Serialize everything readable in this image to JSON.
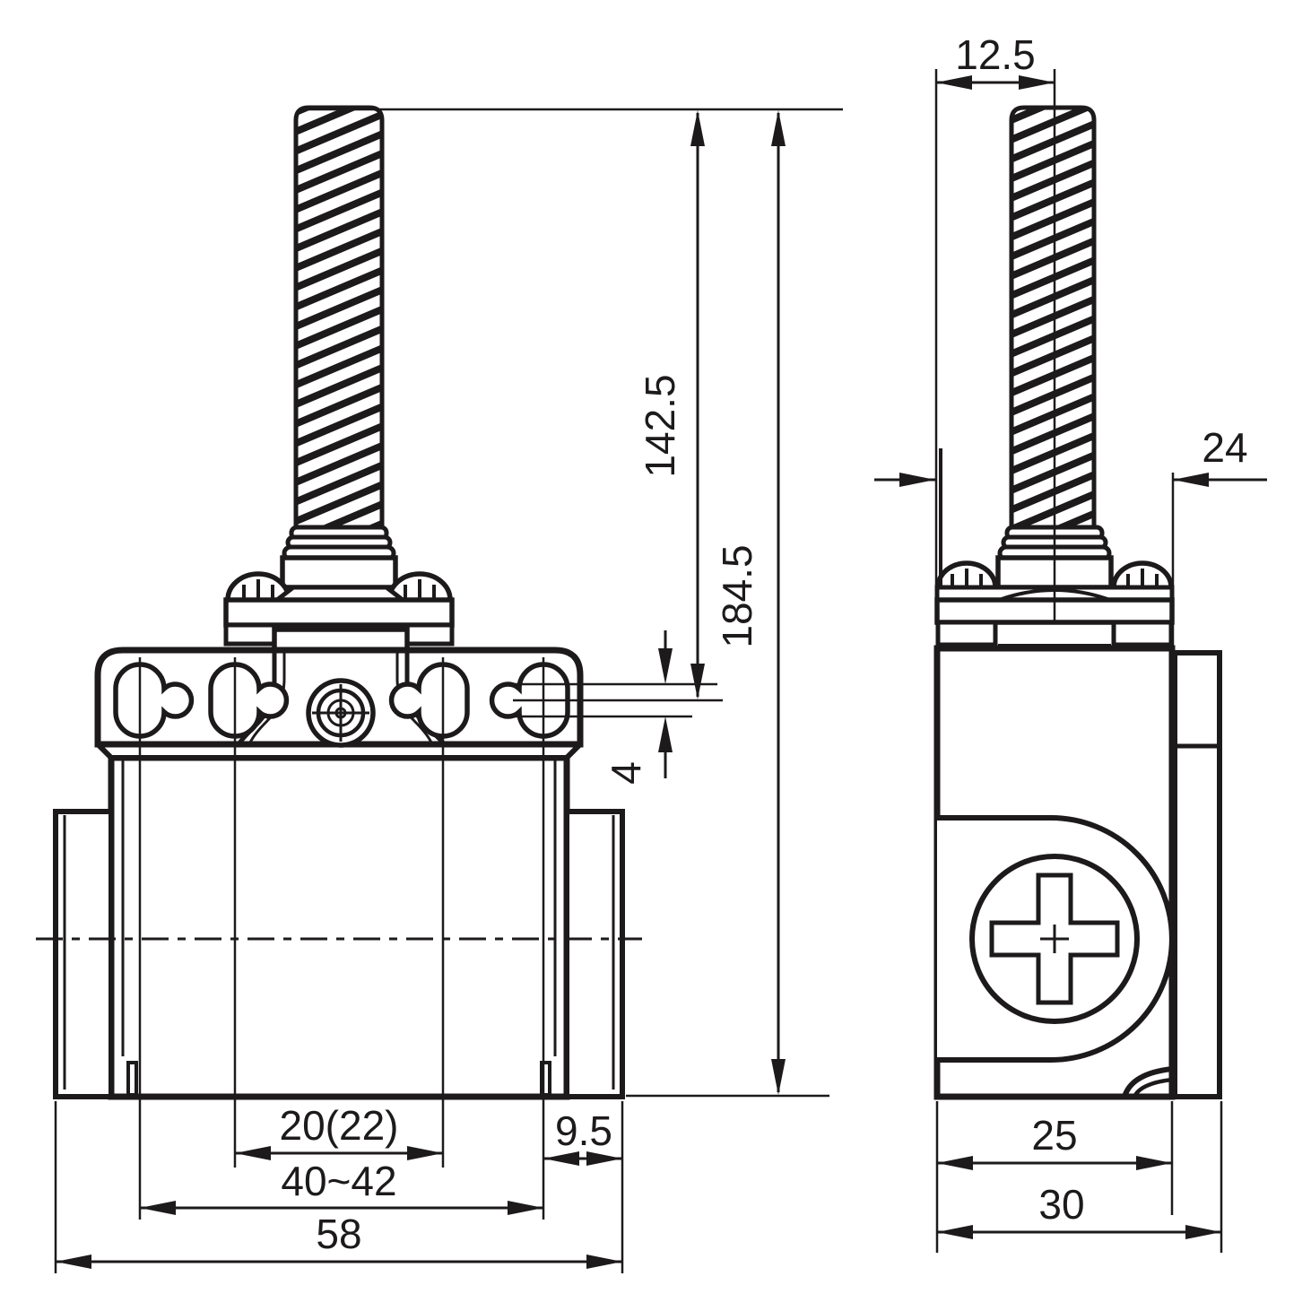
{
  "title": "Limit switch with spring rod actuator - dimensional drawing",
  "dimensions": {
    "actuator_to_hole_center": "142.5",
    "overall_height": "184.5",
    "mounting_slot_width": "4",
    "hole_pitch_inner": "20(22)",
    "hole_pitch_outer": "40~42",
    "overall_width": "58",
    "side_projection": "9.5",
    "spring_center_offset": "12.5",
    "body_depth": "24",
    "front_depth": "25",
    "overall_depth": "30"
  }
}
